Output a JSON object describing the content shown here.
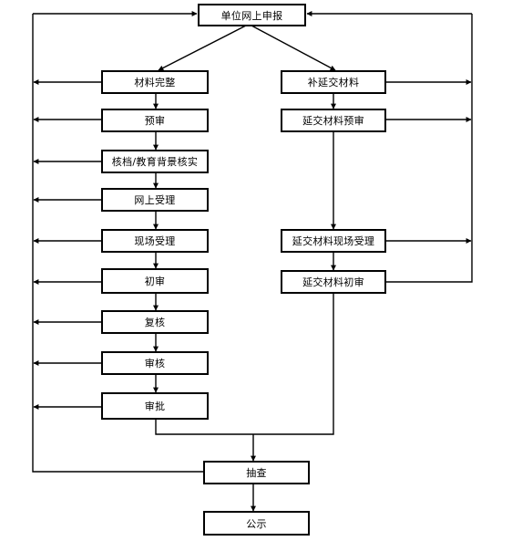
{
  "flowchart": {
    "nodes": {
      "top": "单位网上申报",
      "material_complete": "材料完整",
      "pre_review": "预审",
      "archive_verify": "核档/教育背景核实",
      "online_accept": "网上受理",
      "onsite_accept": "现场受理",
      "first_review": "初审",
      "recheck": "复核",
      "audit": "审核",
      "approve": "审批",
      "supplement": "补延交材料",
      "late_pre_review": "延交材料预审",
      "late_onsite_accept": "延交材料现场受理",
      "late_first_review": "延交材料初审",
      "spot_check": "抽查",
      "publicize": "公示"
    }
  }
}
